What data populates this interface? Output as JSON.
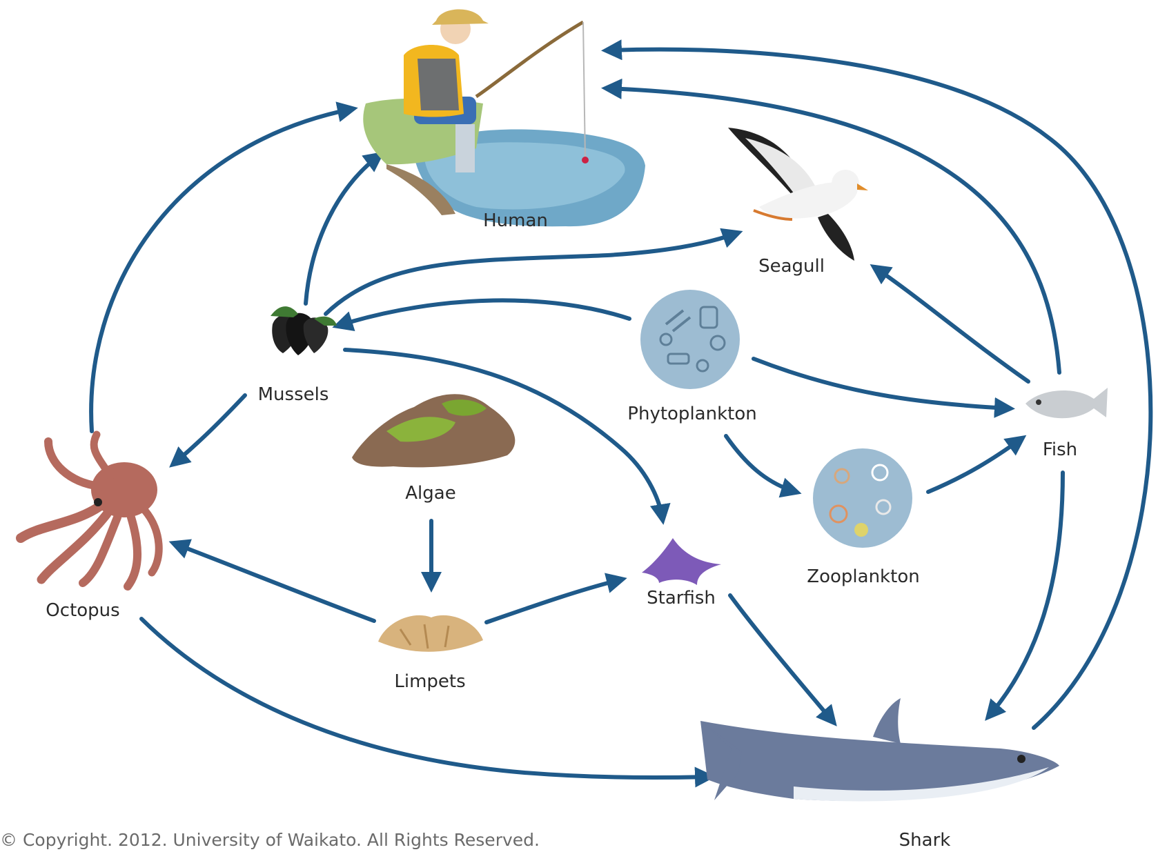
{
  "organisms": {
    "human": "Human",
    "seagull": "Seagull",
    "mussels": "Mussels",
    "phytoplankton": "Phytoplankton",
    "fish": "Fish",
    "algae": "Algae",
    "octopus": "Octopus",
    "zooplankton": "Zooplankton",
    "starfish": "Starfish",
    "limpets": "Limpets",
    "shark": "Shark"
  },
  "links": [
    {
      "from": "octopus",
      "to": "human"
    },
    {
      "from": "mussels",
      "to": "human"
    },
    {
      "from": "fish",
      "to": "human"
    },
    {
      "from": "shark",
      "to": "human"
    },
    {
      "from": "mussels",
      "to": "seagull"
    },
    {
      "from": "fish",
      "to": "seagull"
    },
    {
      "from": "phytoplankton",
      "to": "mussels"
    },
    {
      "from": "phytoplankton",
      "to": "fish"
    },
    {
      "from": "phytoplankton",
      "to": "zooplankton"
    },
    {
      "from": "zooplankton",
      "to": "fish"
    },
    {
      "from": "mussels",
      "to": "octopus"
    },
    {
      "from": "mussels",
      "to": "starfish"
    },
    {
      "from": "algae",
      "to": "limpets"
    },
    {
      "from": "limpets",
      "to": "octopus"
    },
    {
      "from": "limpets",
      "to": "starfish"
    },
    {
      "from": "starfish",
      "to": "shark"
    },
    {
      "from": "fish",
      "to": "shark"
    },
    {
      "from": "octopus",
      "to": "shark"
    }
  ],
  "colors": {
    "arrow": "#1f5a8a"
  },
  "copyright": "© Copyright. 2012. University of Waikato. All Rights Reserved."
}
